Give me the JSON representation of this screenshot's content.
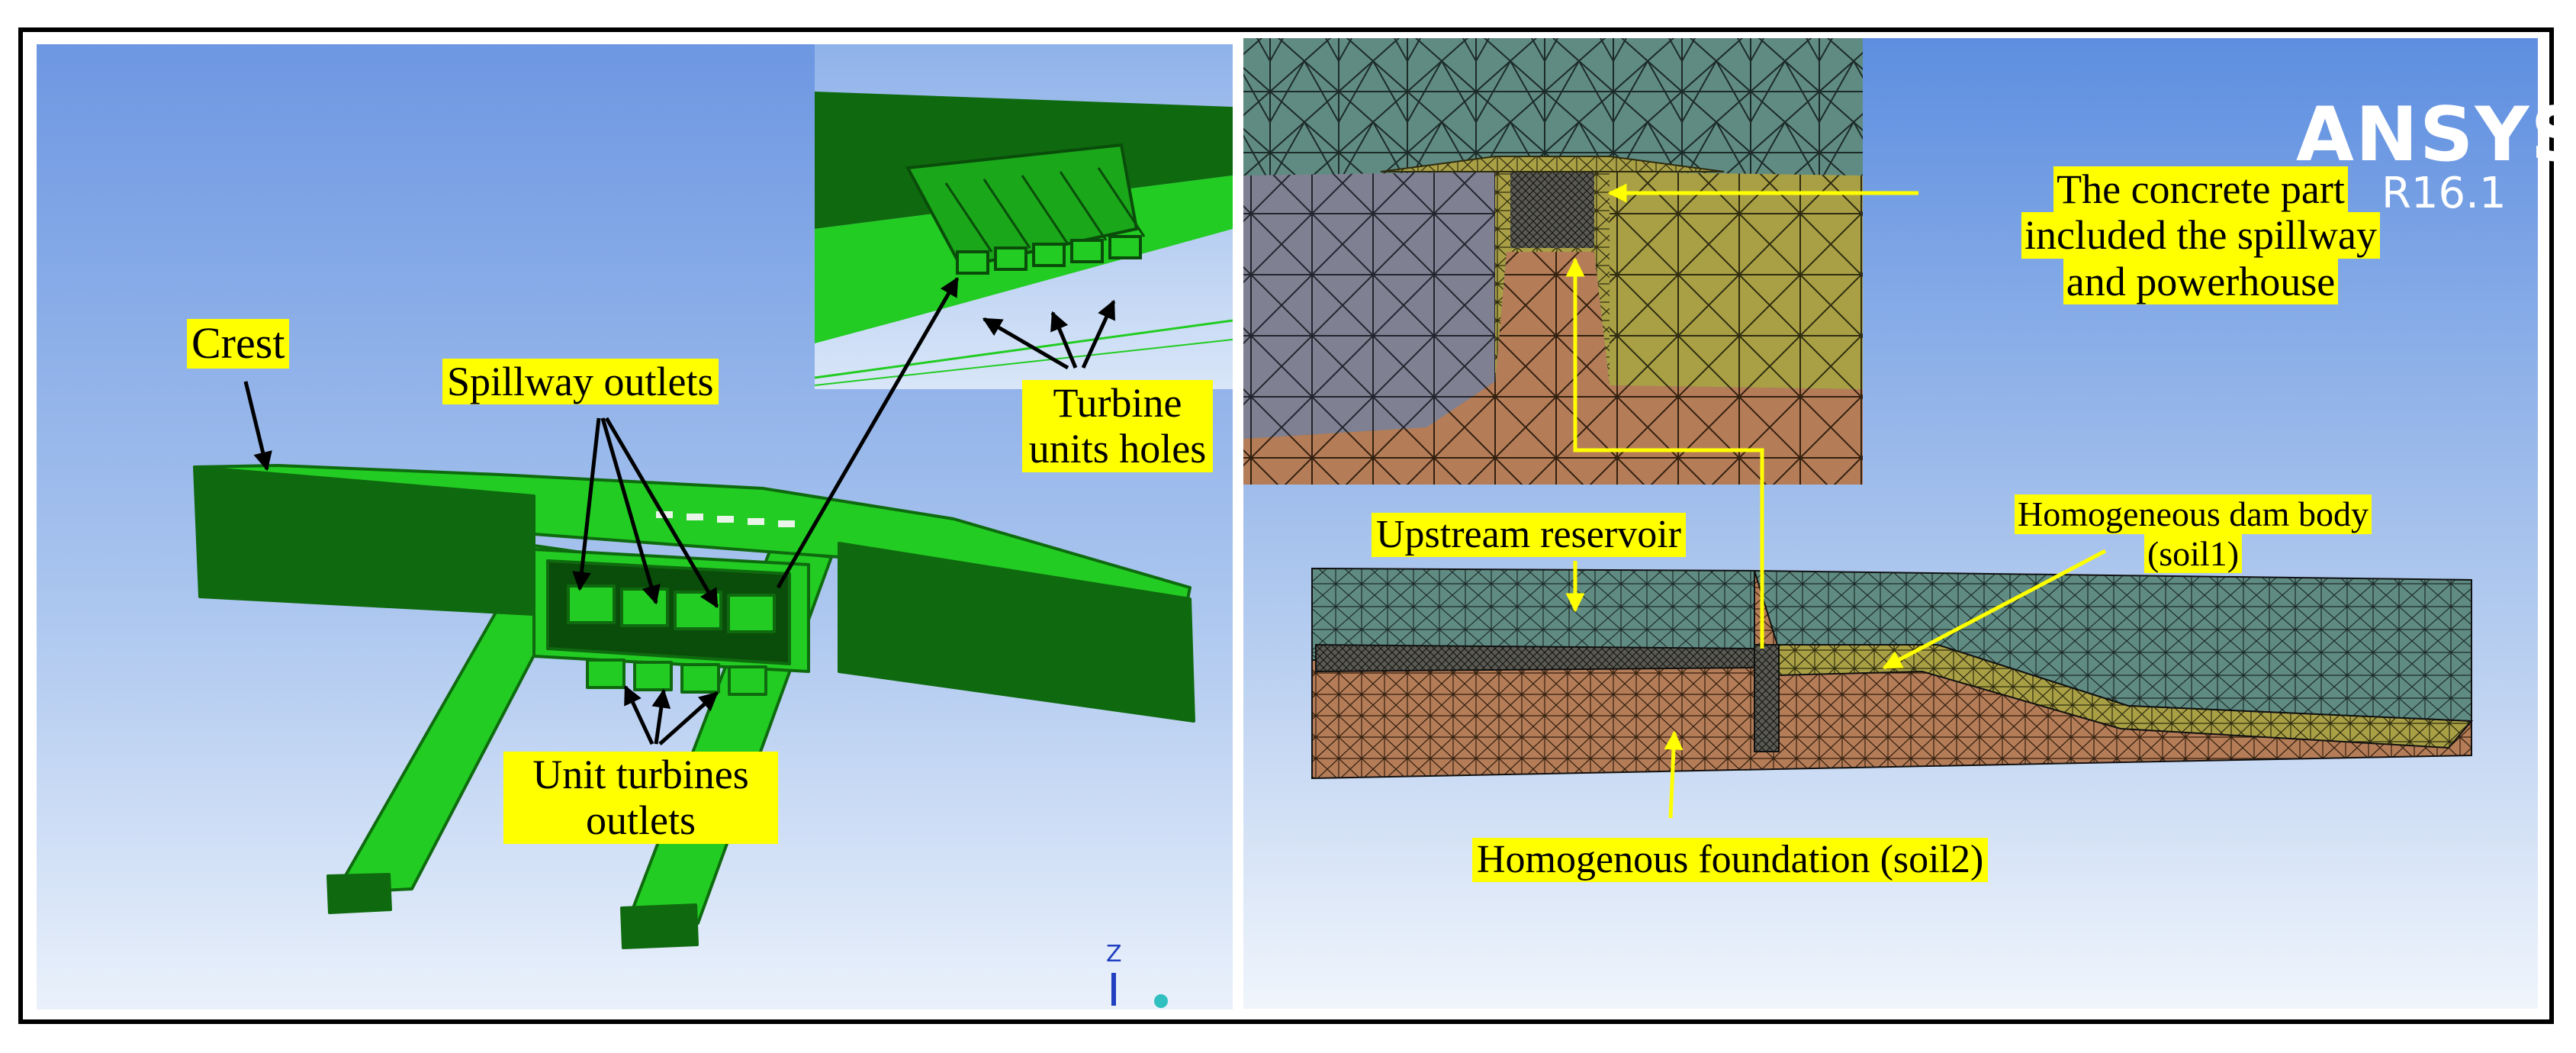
{
  "left_view": {
    "labels": {
      "crest": "Crest",
      "spillway_outlets": "Spillway outlets",
      "turbine_holes_line1": "Turbine",
      "turbine_holes_line2": "units holes",
      "unit_outlets_line1": "Unit turbines",
      "unit_outlets_line2": "outlets"
    },
    "axis_label": "Z"
  },
  "right_view": {
    "watermark": {
      "brand": "ANSYS",
      "version": "R16.1"
    },
    "labels": {
      "concrete_line1": "The concrete part",
      "concrete_line2": "included the spillway",
      "concrete_line3": "and powerhouse",
      "upstream": "Upstream reservoir",
      "dam_body_line1": "Homogeneous dam body",
      "dam_body_line2": "(soil1)",
      "foundation": "Homogenous foundation (soil2)"
    }
  },
  "colors": {
    "model_green": "#22cc22",
    "label_yellow": "#ffff00",
    "reservoir_teal": "#5f8b82",
    "dam_olive": "#a9a045",
    "foundation_brown": "#b57c58",
    "concrete_gray": "#7f8092"
  }
}
